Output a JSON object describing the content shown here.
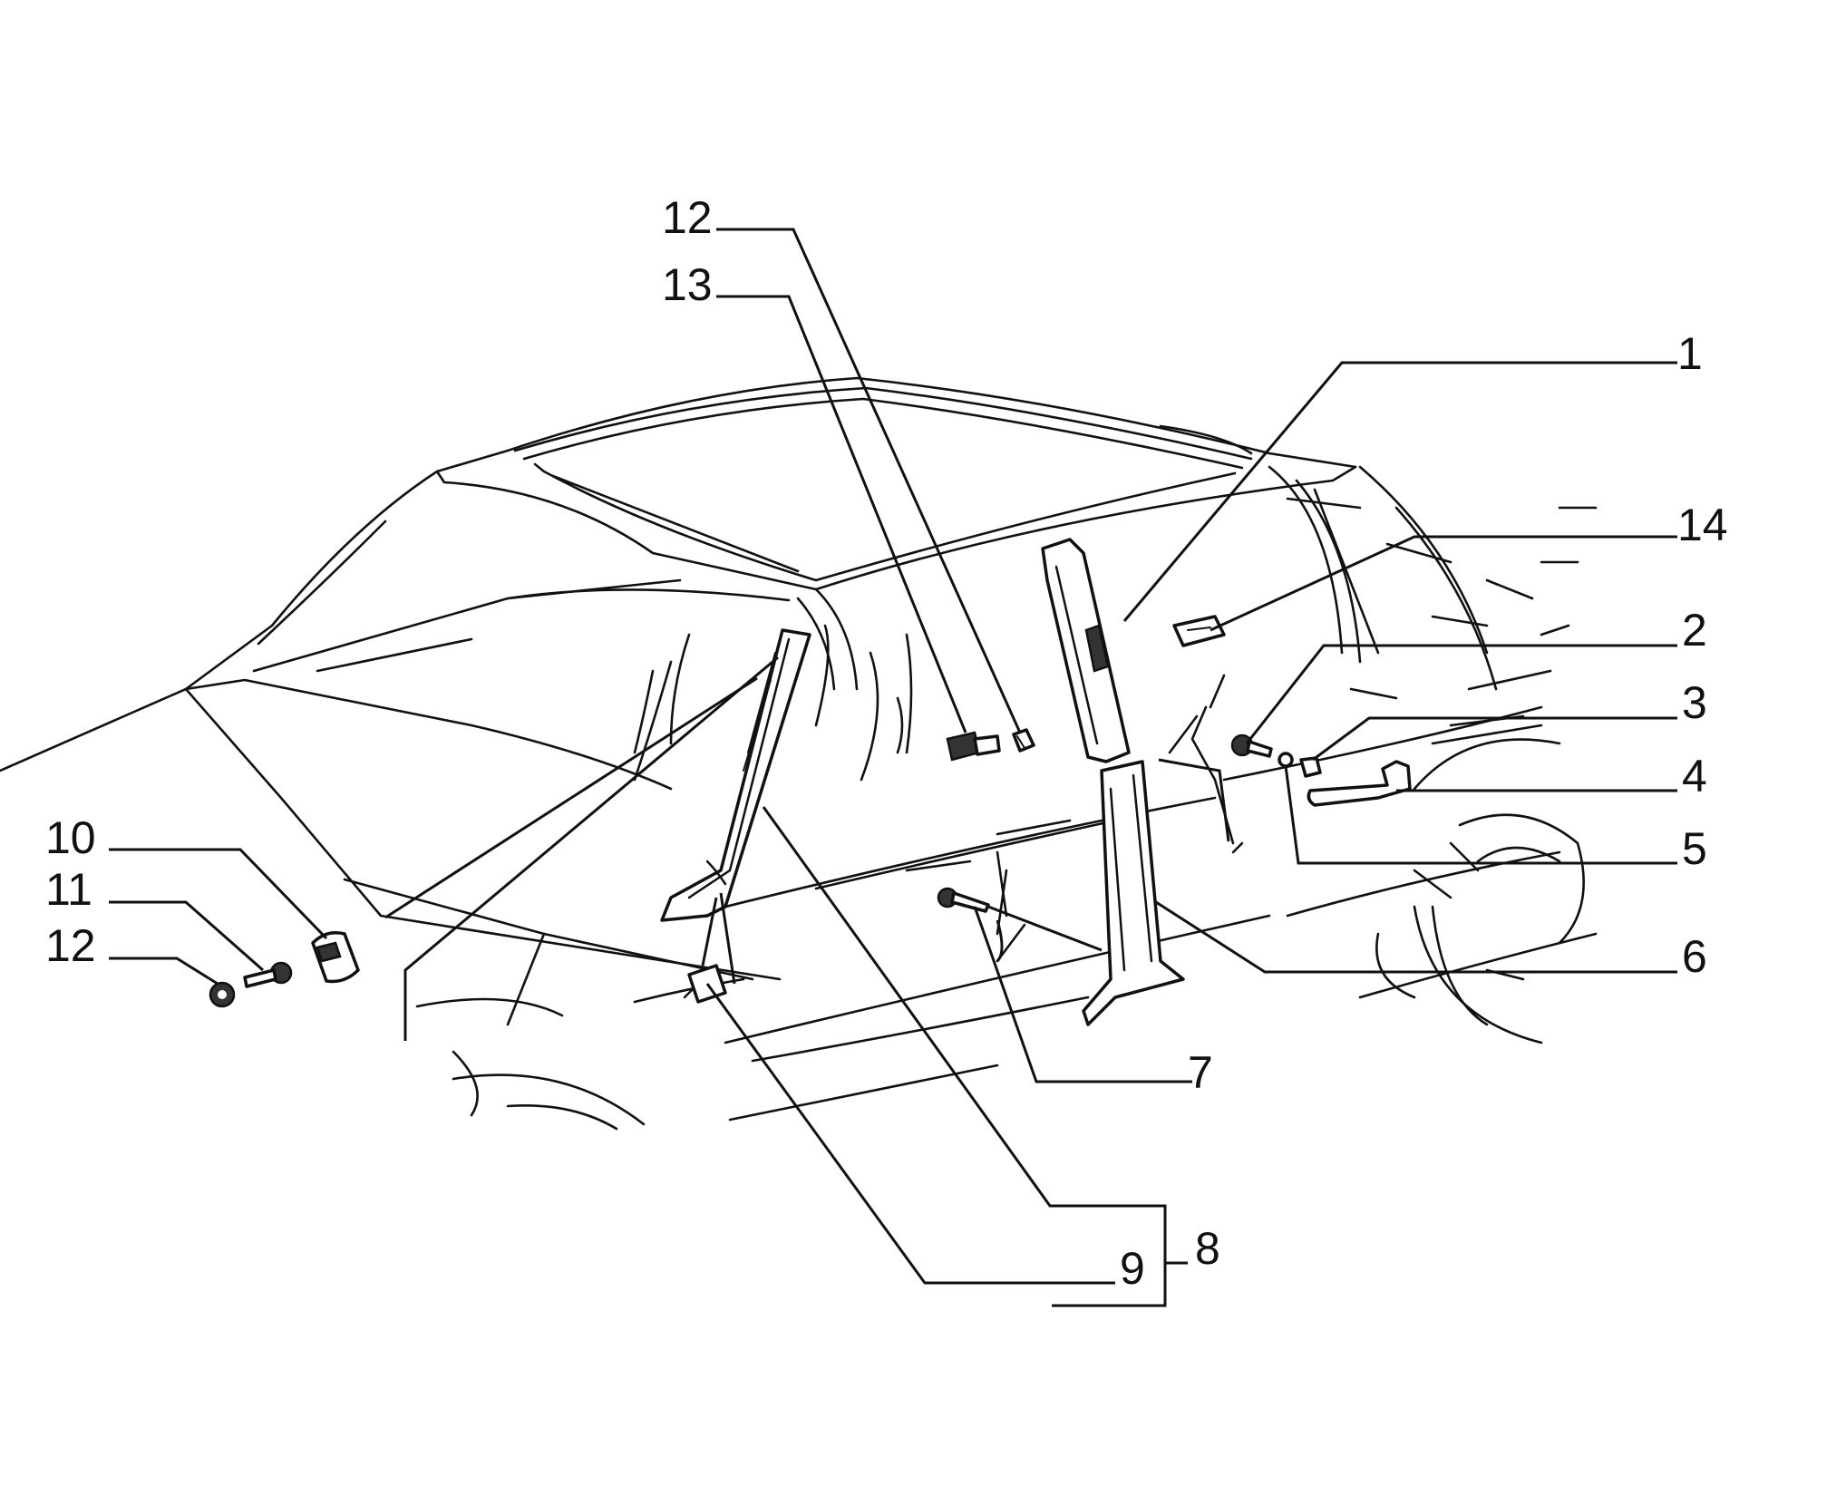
{
  "diagram": {
    "callouts": [
      {
        "id": "c1",
        "text": "1"
      },
      {
        "id": "c2",
        "text": "2"
      },
      {
        "id": "c3",
        "text": "3"
      },
      {
        "id": "c4",
        "text": "4"
      },
      {
        "id": "c5",
        "text": "5"
      },
      {
        "id": "c6",
        "text": "6"
      },
      {
        "id": "c7",
        "text": "7"
      },
      {
        "id": "c8",
        "text": "8"
      },
      {
        "id": "c9",
        "text": "9"
      },
      {
        "id": "c10",
        "text": "10"
      },
      {
        "id": "c11",
        "text": "11"
      },
      {
        "id": "c12a",
        "text": "12"
      },
      {
        "id": "c12b",
        "text": "12"
      },
      {
        "id": "c13",
        "text": "13"
      },
      {
        "id": "c14",
        "text": "14"
      }
    ],
    "colors": {
      "ink": "#111111",
      "paper": "#ffffff"
    }
  }
}
